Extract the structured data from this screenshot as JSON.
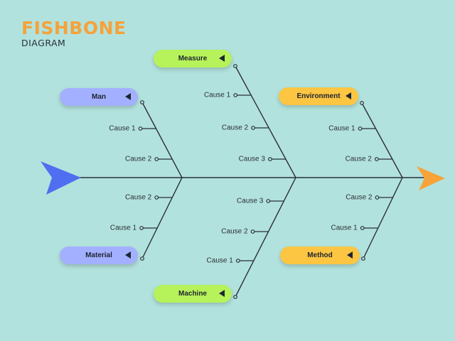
{
  "header": {
    "title": "FISHBONE",
    "subtitle": "DIAGRAM"
  },
  "colors": {
    "background": "#b2e2dd",
    "head_arrow": "#f7a338",
    "tail_arrow": "#4f6ff0",
    "lime": "#b6f25a",
    "lavender": "#a3b0ff",
    "orange": "#fcc542",
    "line": "#2a2f3a"
  },
  "categories": [
    {
      "id": "man",
      "label": "Man",
      "color": "lavender",
      "causes": [
        "Cause 1",
        "Cause 2"
      ]
    },
    {
      "id": "measure",
      "label": "Measure",
      "color": "lime",
      "causes": [
        "Cause 1",
        "Cause 2",
        "Cause 3"
      ]
    },
    {
      "id": "environment",
      "label": "Environment",
      "color": "orange",
      "causes": [
        "Cause 1",
        "Cause 2"
      ]
    },
    {
      "id": "material",
      "label": "Material",
      "color": "lavender",
      "causes": [
        "Cause 2",
        "Cause 1"
      ]
    },
    {
      "id": "machine",
      "label": "Machine",
      "color": "lime",
      "causes": [
        "Cause 3",
        "Cause 2",
        "Cause 1"
      ]
    },
    {
      "id": "method",
      "label": "Method",
      "color": "orange",
      "causes": [
        "Cause 2",
        "Cause 1"
      ]
    }
  ]
}
